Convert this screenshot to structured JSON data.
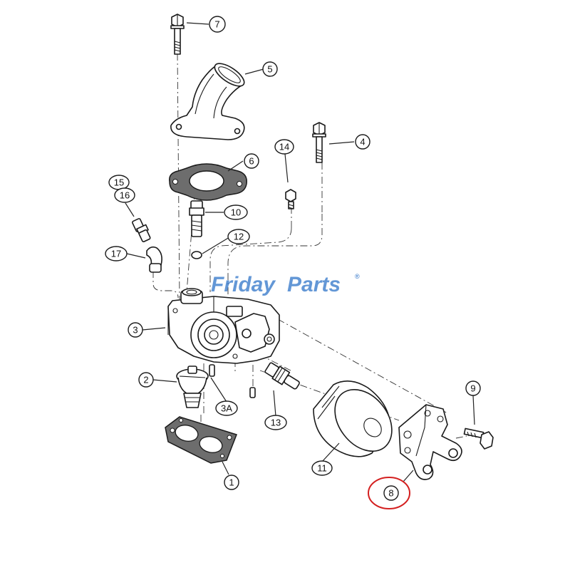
{
  "callouts": {
    "c1": "1",
    "c2": "2",
    "c3": "3",
    "c3a": "3A",
    "c4": "4",
    "c5": "5",
    "c6": "6",
    "c7": "7",
    "c8": "8",
    "c9": "9",
    "c10": "10",
    "c11": "11",
    "c12": "12",
    "c13": "13",
    "c14": "14",
    "c15": "15",
    "c16": "16",
    "c17": "17"
  },
  "watermark": {
    "text_friday": "Friday",
    "text_parts": "Parts",
    "mark": "®",
    "color": "#2f74c8"
  },
  "highlight": {
    "part": "8",
    "color": "#d42020"
  }
}
